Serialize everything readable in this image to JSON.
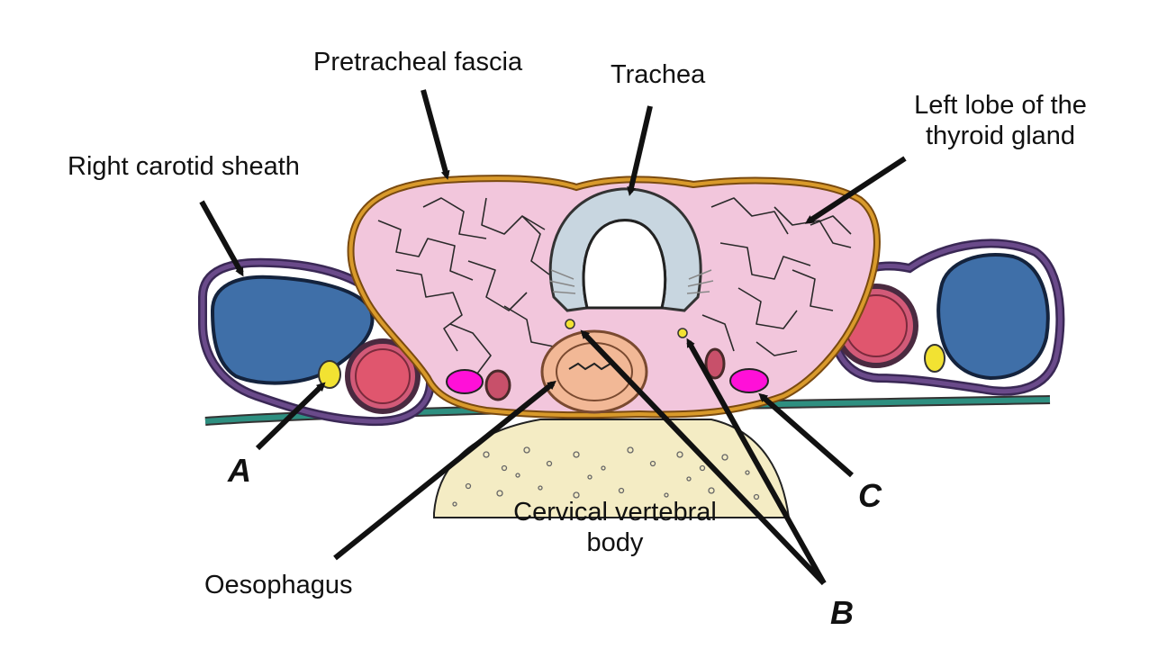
{
  "labels": {
    "pretracheal_fascia": "Pretracheal fascia",
    "trachea": "Trachea",
    "left_lobe_line1": "Left lobe of the",
    "left_lobe_line2": "thyroid gland",
    "right_carotid_sheath": "Right carotid sheath",
    "cervical_vertebral_line1": "Cervical vertebral",
    "cervical_vertebral_line2": "body",
    "oesophagus": "Oesophagus",
    "letter_a": "A",
    "letter_b": "B",
    "letter_c": "C"
  },
  "colors": {
    "thyroid": "#f2c6dc",
    "fascia": "#d99a2b",
    "sheath": "#5a3a78",
    "vein": "#3f6fa8",
    "artery": "#e0566e",
    "nerve": "#f2e232",
    "parathyroid": "#ff10d8",
    "trachea": "#c8d6e0",
    "oesophagus": "#f2b896",
    "vertebra": "#f4ecc4",
    "prevertebral": "#2e8f80"
  }
}
